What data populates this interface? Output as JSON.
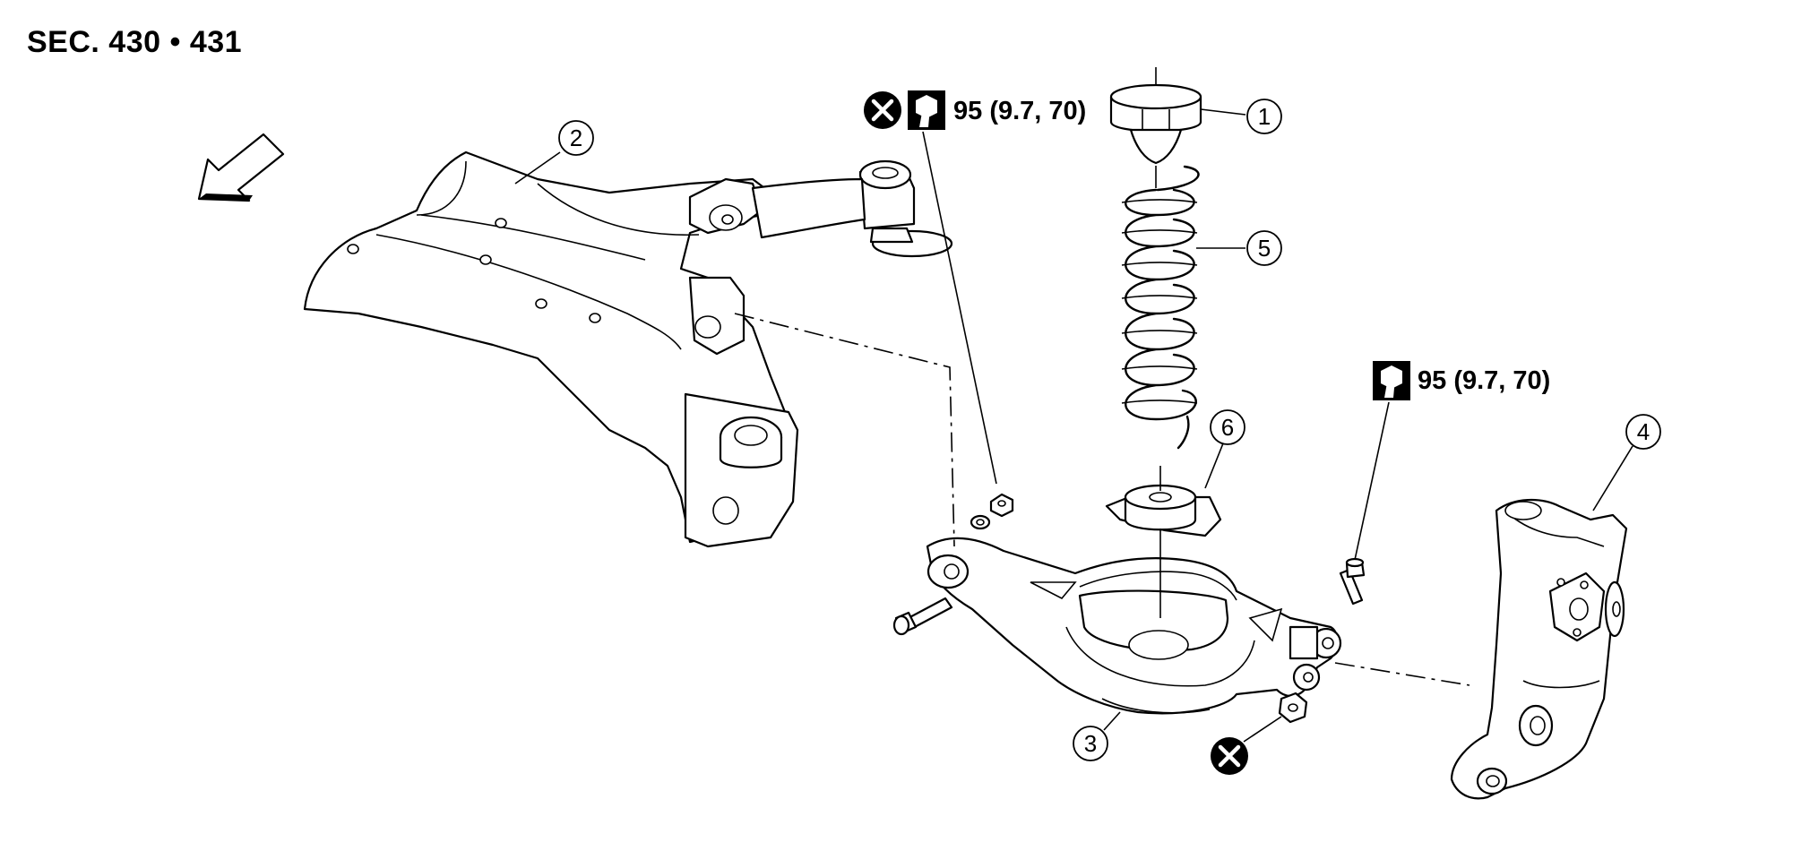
{
  "section": {
    "title": "SEC. 430 • 431"
  },
  "torque": [
    {
      "value": "95 (9.7, 70)"
    },
    {
      "value": "95 (9.7, 70)"
    }
  ],
  "callouts": [
    "1",
    "2",
    "3",
    "4",
    "5",
    "6"
  ],
  "icons": {
    "non_reusable": "x-circle-icon",
    "tightening_torque": "wrench-nut-icon",
    "front_direction": "front-arrow-icon"
  }
}
